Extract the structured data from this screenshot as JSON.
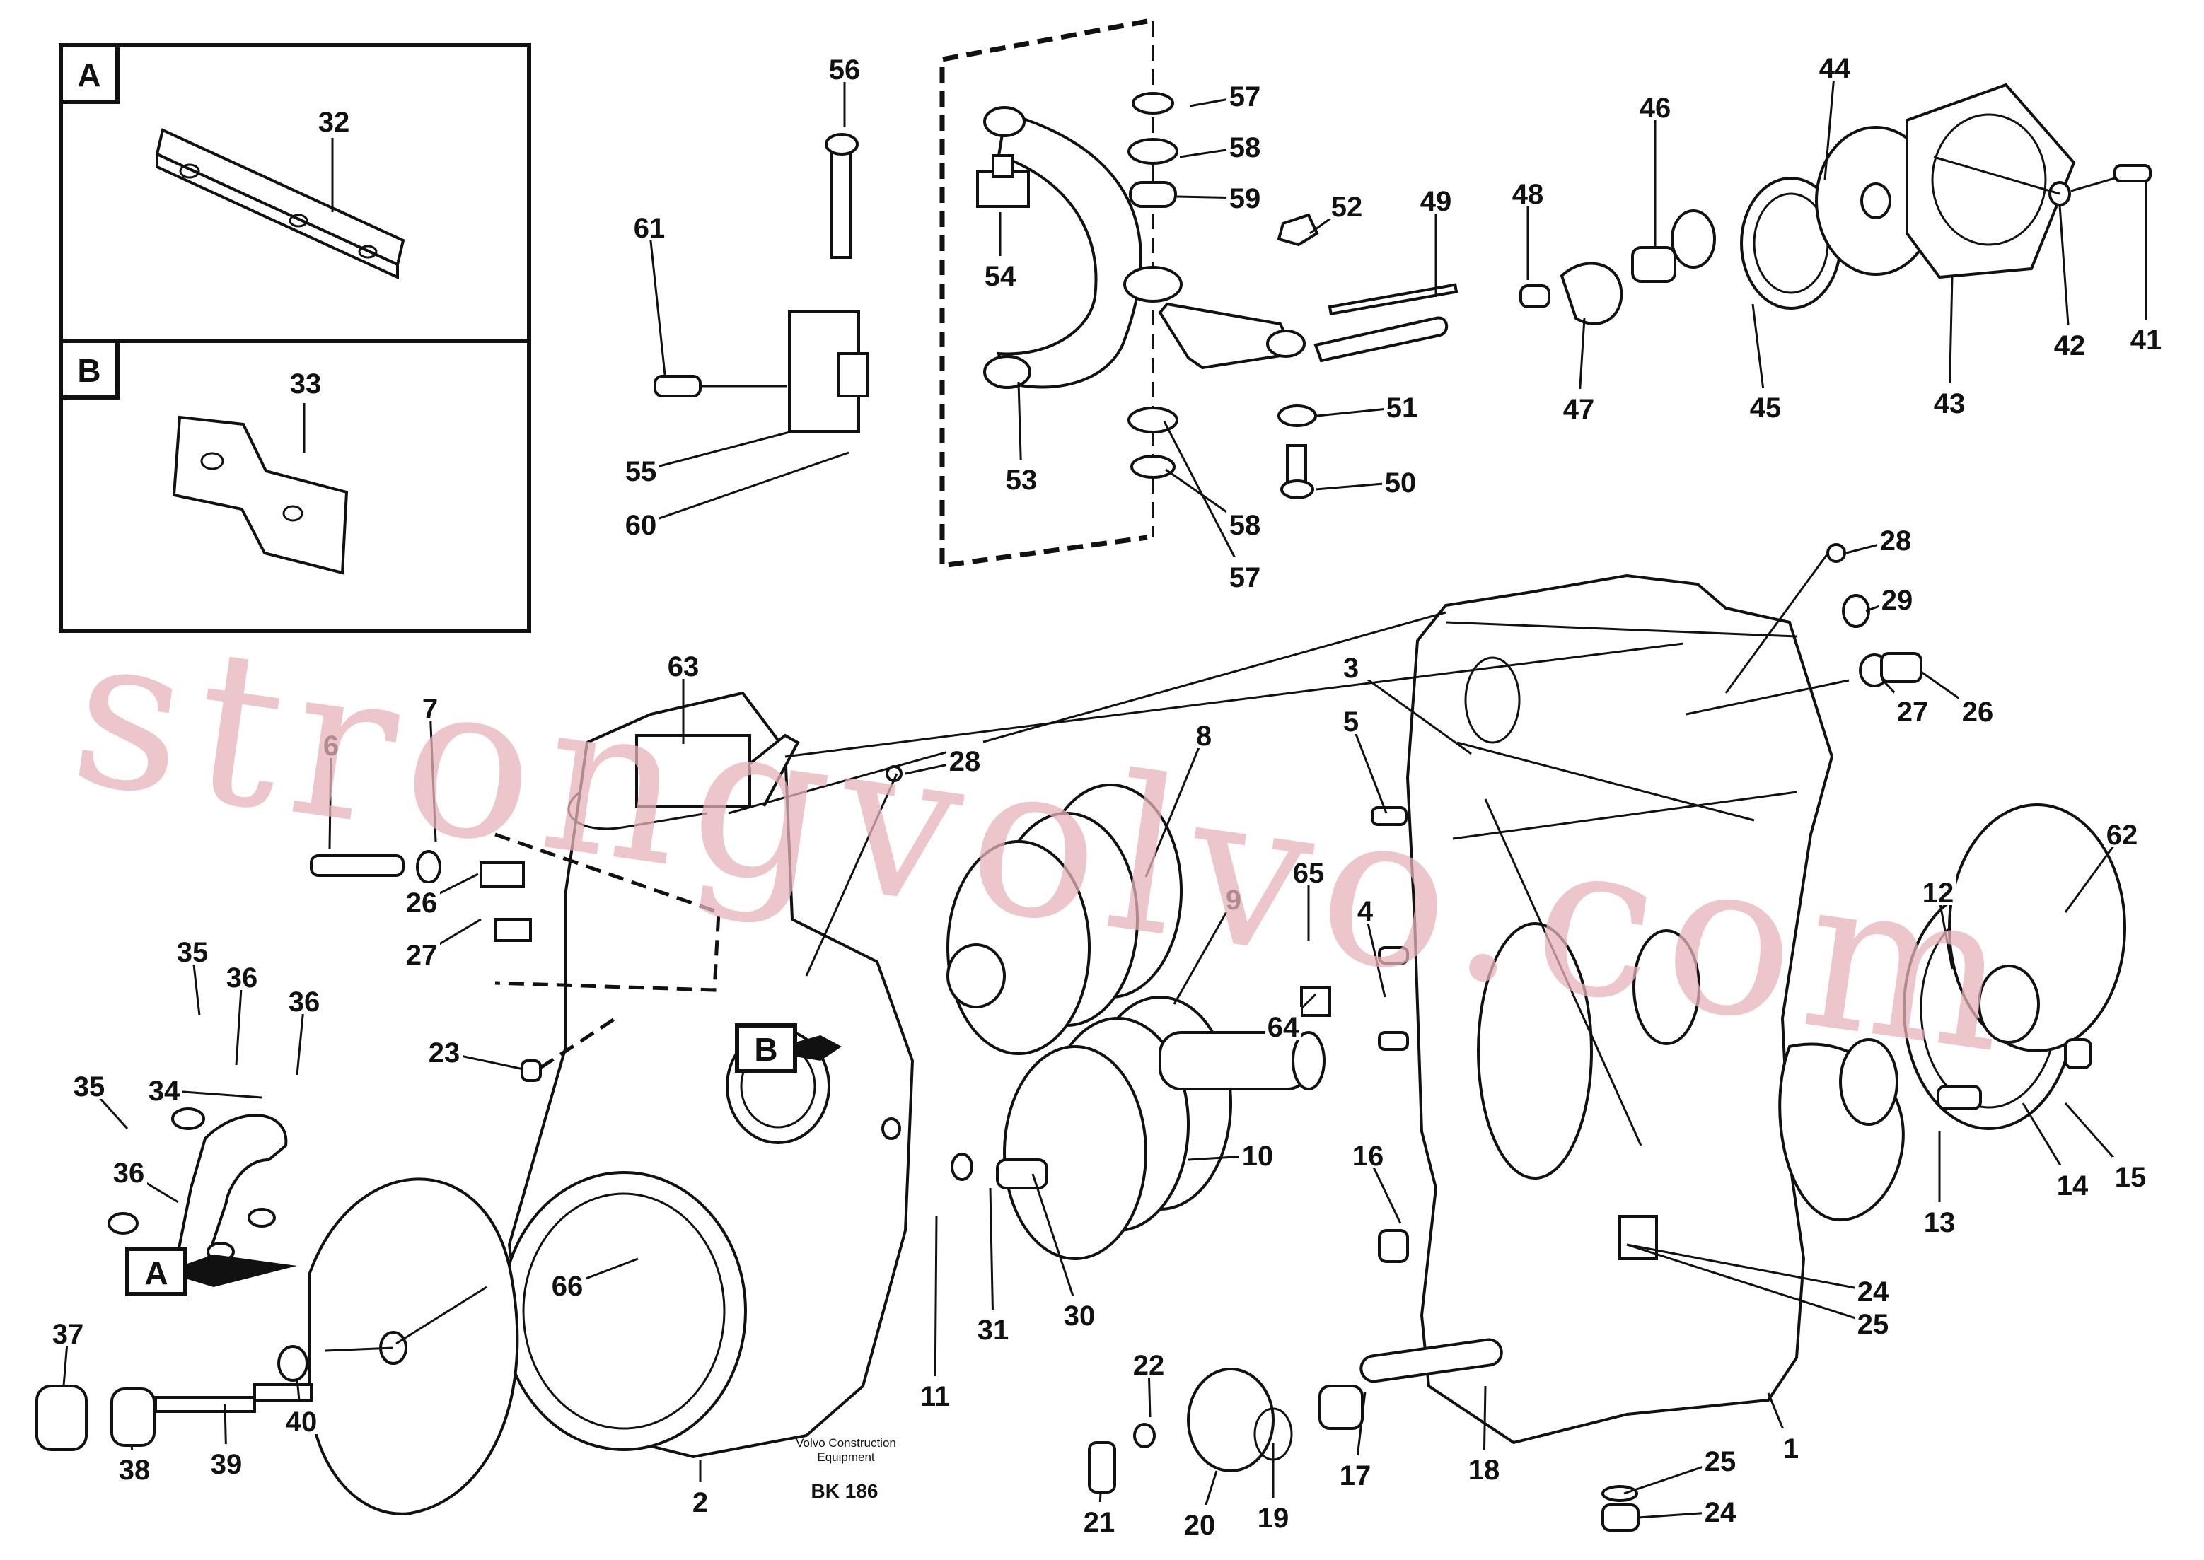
{
  "inset_a": {
    "letter": "A",
    "part": "32"
  },
  "inset_b": {
    "letter": "B",
    "part": "33"
  },
  "callout_a": "A",
  "callout_b": "B",
  "credit_line1": "Volvo Construction",
  "credit_line2": "Equipment",
  "drawing_code": "BK 186",
  "watermark": "strongvolvo.com",
  "labels": [
    "56",
    "57",
    "58",
    "59",
    "61",
    "54",
    "52",
    "49",
    "48",
    "46",
    "44",
    "55",
    "60",
    "53",
    "58",
    "57",
    "51",
    "50",
    "47",
    "45",
    "43",
    "42",
    "41",
    "28",
    "29",
    "3",
    "27",
    "26",
    "63",
    "7",
    "6",
    "28",
    "8",
    "5",
    "62",
    "26",
    "27",
    "65",
    "4",
    "12",
    "9",
    "35",
    "36",
    "36",
    "34",
    "23",
    "64",
    "35",
    "36",
    "10",
    "16",
    "14",
    "15",
    "13",
    "66",
    "31",
    "30",
    "11",
    "24",
    "25",
    "37",
    "38",
    "39",
    "40",
    "22",
    "21",
    "20",
    "19",
    "17",
    "18",
    "25",
    "24",
    "1",
    "2"
  ]
}
